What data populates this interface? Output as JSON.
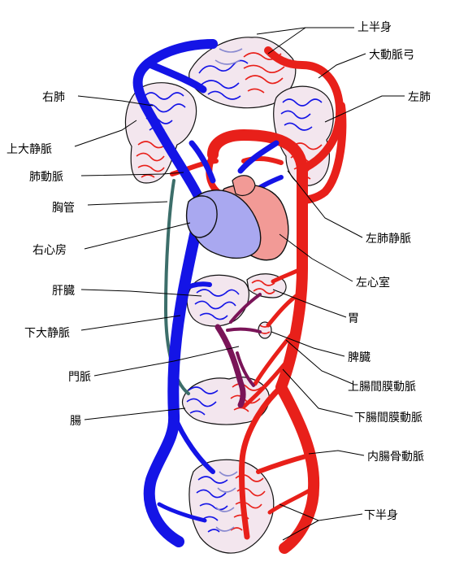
{
  "labels": {
    "upper_body": "上半身",
    "aortic_arch": "大動脈弓",
    "left_lung": "左肺",
    "right_lung": "右肺",
    "superior_vena_cava": "上大静脈",
    "pulmonary_artery": "肺動脈",
    "thoracic_duct": "胸管",
    "left_pulmonary_vein": "左肺静脈",
    "right_atrium": "右心房",
    "left_ventricle": "左心室",
    "liver": "肝臓",
    "stomach": "胃",
    "inferior_vena_cava": "下大静脈",
    "spleen": "脾臓",
    "portal_vein": "門脈",
    "superior_mesenteric_artery": "上腸間膜動脈",
    "intestine": "腸",
    "inferior_mesenteric_artery": "下腸間膜動脈",
    "internal_iliac_artery": "内腸骨動脈",
    "lower_body": "下半身"
  },
  "colors": {
    "artery": "#e8201a",
    "vein": "#1414e6",
    "portal": "#7a1458",
    "lymph": "#3c6e6a",
    "right_heart": "#a9a8f0",
    "left_heart": "#f29a96",
    "capillary_light": "#efe0e8"
  }
}
